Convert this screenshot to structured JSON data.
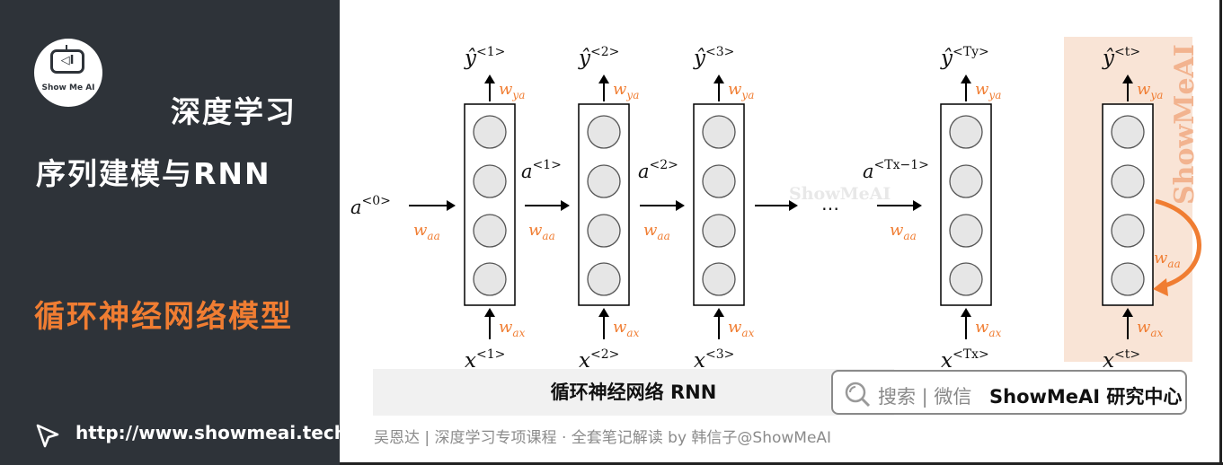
{
  "sidebar": {
    "logo_text": "Show Me AI",
    "logo_glyph": "◁I",
    "course_title": "深度学习",
    "chapter_title": "序列建模与RNN",
    "section_title": "循环神经网络模型",
    "url": "http://www.showmeai.tech/"
  },
  "diagram": {
    "columns": [
      {
        "output": "ŷ",
        "output_sup": "<1>",
        "input": "x",
        "input_sup": "<1>",
        "w_out": "w",
        "w_out_sub": "ya",
        "w_in": "w",
        "w_in_sub": "ax"
      },
      {
        "output": "ŷ",
        "output_sup": "<2>",
        "input": "x",
        "input_sup": "<2>",
        "w_out": "w",
        "w_out_sub": "ya",
        "w_in": "w",
        "w_in_sub": "ax"
      },
      {
        "output": "ŷ",
        "output_sup": "<3>",
        "input": "x",
        "input_sup": "<3>",
        "w_out": "w",
        "w_out_sub": "ya",
        "w_in": "w",
        "w_in_sub": "ax"
      },
      {
        "output": "ŷ",
        "output_sup": "<Ty>",
        "input": "x",
        "input_sup": "<Tx>",
        "w_out": "w",
        "w_out_sub": "ya",
        "w_in": "w",
        "w_in_sub": "ax"
      },
      {
        "output": "ŷ",
        "output_sup": "<t>",
        "input": "x",
        "input_sup": "<t>",
        "w_out": "w",
        "w_out_sub": "ya",
        "w_in": "w",
        "w_in_sub": "ax"
      }
    ],
    "activations": [
      {
        "label": "a",
        "sup": "<0>",
        "w": "w",
        "w_sub": "aa"
      },
      {
        "label": "a",
        "sup": "<1>",
        "w": "w",
        "w_sub": "aa"
      },
      {
        "label": "a",
        "sup": "<2>",
        "w": "w",
        "w_sub": "aa"
      },
      {
        "label": "a",
        "sup": "<Tx−1>",
        "w": "w",
        "w_sub": "aa"
      }
    ],
    "loop_weight": "w",
    "loop_weight_sub": "aa",
    "ellipsis": "…",
    "watermark_center": "ShowMeAI",
    "watermark_vertical": "ShowMeAI"
  },
  "caption": "循环神经网络 RNN",
  "search": {
    "label": "搜索 | 微信",
    "brand": "ShowMeAI 研究中心"
  },
  "credit": "吴恩达 | 深度学习专项课程 · 全套笔记解读  by 韩信子@ShowMeAI",
  "colors": {
    "sidebar_bg": "#2e3339",
    "accent": "#f07d32",
    "highlight_bg": "#f9e4d6",
    "node_fill": "#e6e6e6"
  }
}
